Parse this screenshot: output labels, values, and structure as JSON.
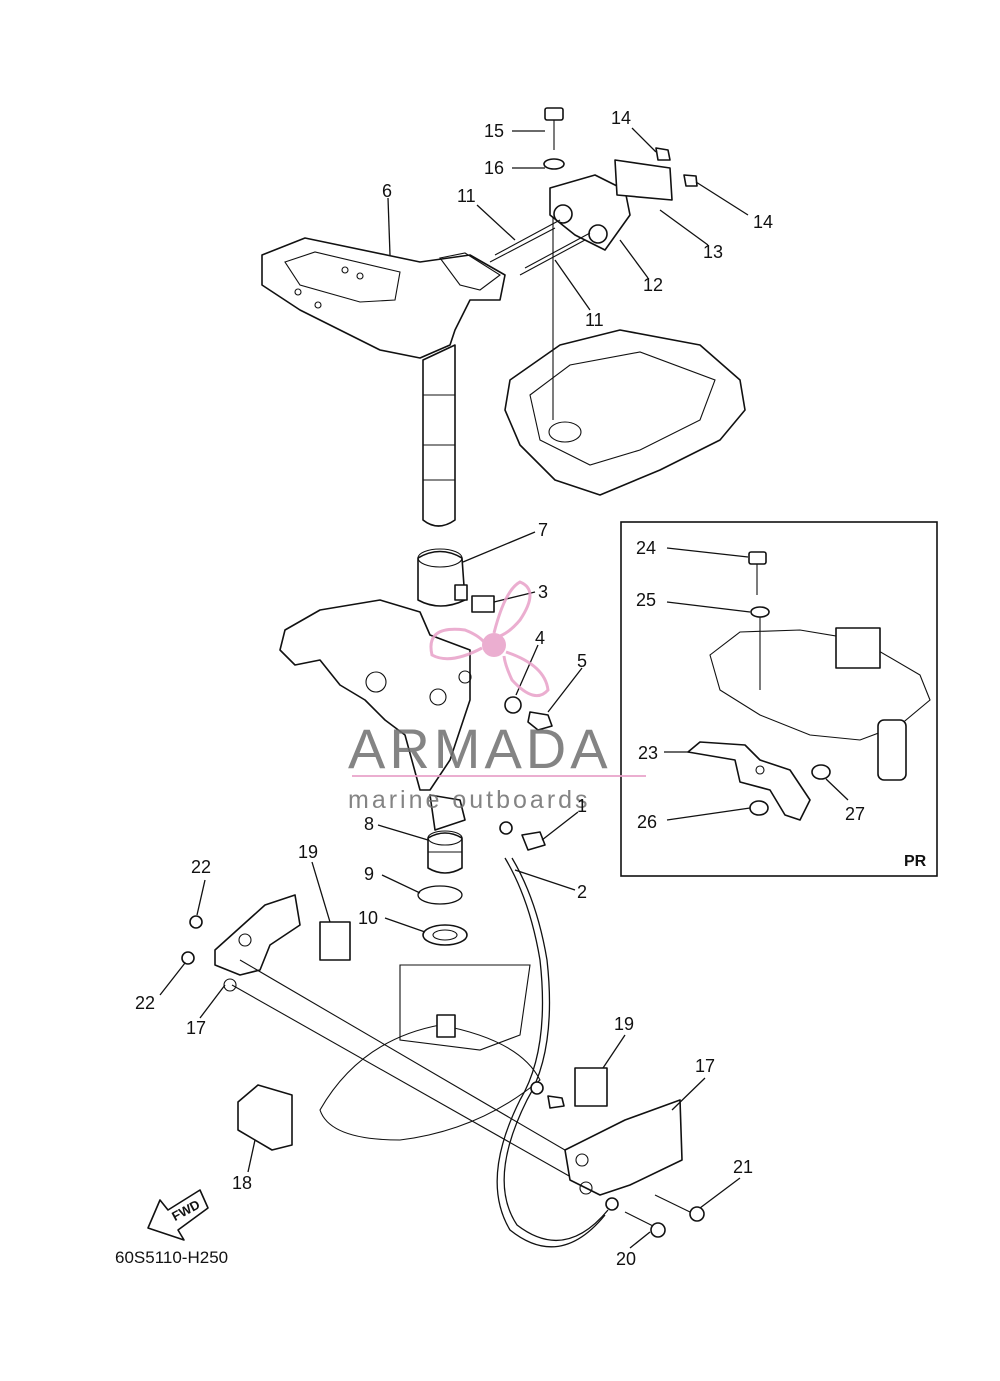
{
  "diagram": {
    "drawing_code": "60S5110-H250",
    "inset_label": "PR",
    "fwd_arrow_text": "FWD",
    "watermark": {
      "brand": "ARMADA",
      "tagline": "marine outboards",
      "accent_color": "#e8a0c8",
      "text_color": "#6f6f6f"
    },
    "callouts": {
      "c1": "1",
      "c2": "2",
      "c3": "3",
      "c4": "4",
      "c5": "5",
      "c6": "6",
      "c7": "7",
      "c8": "8",
      "c9": "9",
      "c10": "10",
      "c11a": "11",
      "c11b": "11",
      "c12": "12",
      "c13": "13",
      "c14a": "14",
      "c14b": "14",
      "c15": "15",
      "c16": "16",
      "c17a": "17",
      "c17b": "17",
      "c18": "18",
      "c19a": "19",
      "c19b": "19",
      "c20": "20",
      "c21": "21",
      "c22a": "22",
      "c22b": "22",
      "c23": "23",
      "c24": "24",
      "c25": "25",
      "c26": "26",
      "c27": "27"
    }
  }
}
